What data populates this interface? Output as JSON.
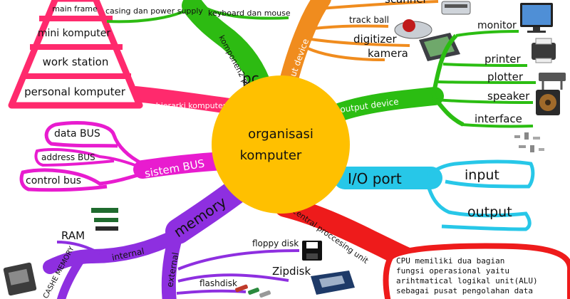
{
  "center": {
    "line1": "organisasi",
    "line2": "komputer"
  },
  "colors": {
    "center": "#ffc000",
    "hierarki": "#ff2a6d",
    "pc": "#2dbb12",
    "input": "#f08c1e",
    "output": "#2bbd12",
    "io": "#27c7e8",
    "cpu": "#ee1b1b",
    "memory": "#8e2fe0",
    "bus": "#e81ccf"
  },
  "hierarki": {
    "label": "hierarki komputer",
    "levels": [
      "main frame",
      "mini komputer",
      "work station",
      "personal komputer"
    ]
  },
  "pc": {
    "label": "pc",
    "sub_label": "komponen2 pc",
    "items": [
      "casing dan power supply",
      "keyboard dan mouse"
    ]
  },
  "input_device": {
    "label": "input device",
    "items": [
      "scanner",
      "track ball",
      "digitizer",
      "kamera"
    ]
  },
  "output_device": {
    "label": "output device",
    "items": [
      "monitor",
      "printer",
      "plotter",
      "speaker",
      "interface"
    ]
  },
  "io_port": {
    "label": "I/O port",
    "items": [
      "input",
      "output"
    ]
  },
  "cpu": {
    "label": "central proccesing unit",
    "description": [
      "CPU memiliki dua bagian",
      "fungsi operasional yaitu",
      "arihtmatical logikal unit(ALU)",
      "sebagai pusat pengolahan data"
    ]
  },
  "memory": {
    "label": "memory",
    "internal": {
      "label": "internal",
      "items": [
        "RAM",
        "CASHE MEMORY"
      ]
    },
    "external": {
      "label": "external",
      "items": [
        "floppy disk",
        "Zipdisk",
        "flashdisk"
      ]
    }
  },
  "sistem_bus": {
    "label": "sistem BUS",
    "items": [
      "data BUS",
      "address BUS",
      "control bus"
    ]
  }
}
